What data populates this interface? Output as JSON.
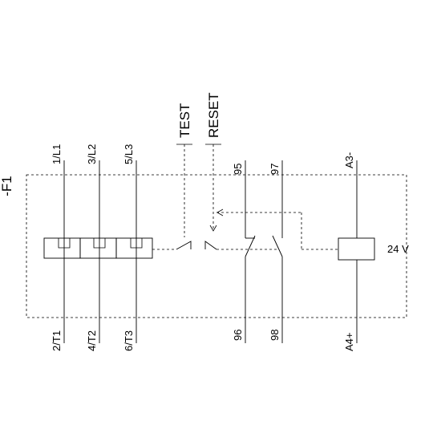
{
  "device_tag": "-F1",
  "terminals_top": [
    "1/L1",
    "3/L2",
    "5/L3",
    "95",
    "97",
    "A3-"
  ],
  "terminals_bottom": [
    "2/T1",
    "4/T2",
    "6/T3",
    "96",
    "98",
    "A4+"
  ],
  "buttons": {
    "test": "TEST",
    "reset": "RESET"
  },
  "coil_voltage": "24 V"
}
